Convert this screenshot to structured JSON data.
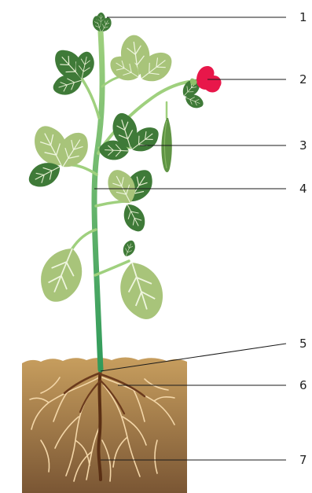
{
  "callouts": [
    {
      "number": "1"
    },
    {
      "number": "2"
    },
    {
      "number": "3"
    },
    {
      "number": "4"
    },
    {
      "number": "5"
    },
    {
      "number": "6"
    },
    {
      "number": "7"
    }
  ],
  "colors": {
    "leaf_dark": "#3f7a38",
    "leaf_light": "#a8c47a",
    "leaf_vein": "#e6efd2",
    "stem": "#9fd07e",
    "stem_base": "#2f9a5a",
    "flower": "#e8174a",
    "pod": "#5f9444",
    "soil_top": "#c79e5e",
    "soil_bottom": "#7a5634",
    "taproot": "#5a2f14",
    "roots": "#f3d6a8",
    "line": "#1a1a1a"
  }
}
